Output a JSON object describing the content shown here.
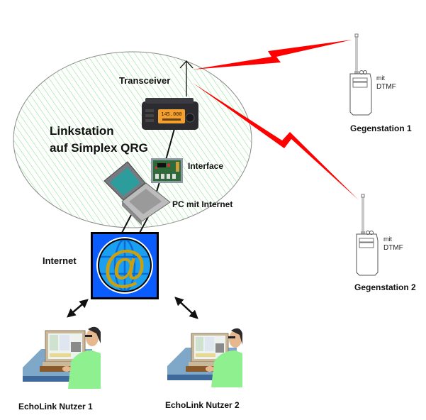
{
  "linkstation": {
    "title_line1": "Linkstation",
    "title_line2": "auf Simplex QRG",
    "transceiver_label": "Transceiver",
    "transceiver_display": "145.000",
    "interface_label": "Interface",
    "pc_label": "PC mit Internet"
  },
  "internet": {
    "label": "Internet",
    "icon": "at-sign-globe-icon",
    "glyph": "@"
  },
  "counter_stations": [
    {
      "name": "Gegenstation 1",
      "note_line1": "mit",
      "note_line2": "DTMF"
    },
    {
      "name": "Gegenstation 2",
      "note_line1": "mit",
      "note_line2": "DTMF"
    }
  ],
  "echolink_users": [
    {
      "name": "EchoLink Nutzer 1"
    },
    {
      "name": "EchoLink Nutzer 2"
    }
  ],
  "colors": {
    "radio_link": "#ff0000",
    "coverage_hatch": "#7fe07f",
    "internet_box": "#0a5cff",
    "at_sign": "#c8a012",
    "transceiver_display": "#f4a030"
  }
}
